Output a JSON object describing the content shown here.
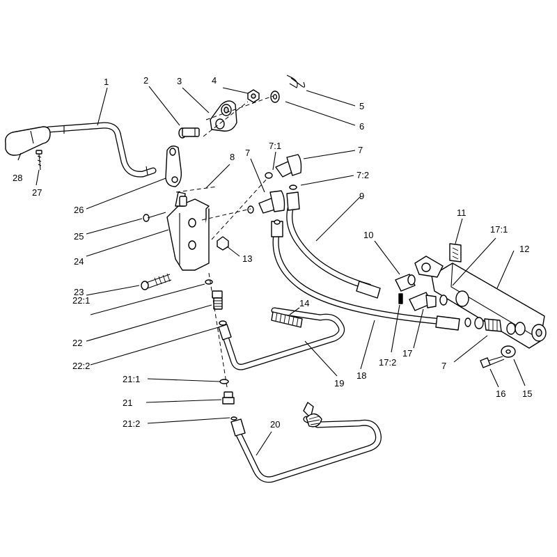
{
  "callouts": {
    "c1": "1",
    "c2": "2",
    "c3": "3",
    "c4": "4",
    "c5": "5",
    "c6": "6",
    "c7a": "7",
    "c7b": "7",
    "c7c": "7",
    "c7_1": "7:1",
    "c7_2": "7:2",
    "c8": "8",
    "c9": "9",
    "c10": "10",
    "c11": "11",
    "c12": "12",
    "c13": "13",
    "c14": "14",
    "c15": "15",
    "c16": "16",
    "c17": "17",
    "c17_1": "17:1",
    "c17_2": "17:2",
    "c18": "18",
    "c19": "19",
    "c20": "20",
    "c21": "21",
    "c21_1": "21:1",
    "c21_2": "21:2",
    "c22": "22",
    "c22_1": "22:1",
    "c22_2": "22:2",
    "c23": "23",
    "c24": "24",
    "c25": "25",
    "c26": "26",
    "c27": "27",
    "c28": "28"
  }
}
